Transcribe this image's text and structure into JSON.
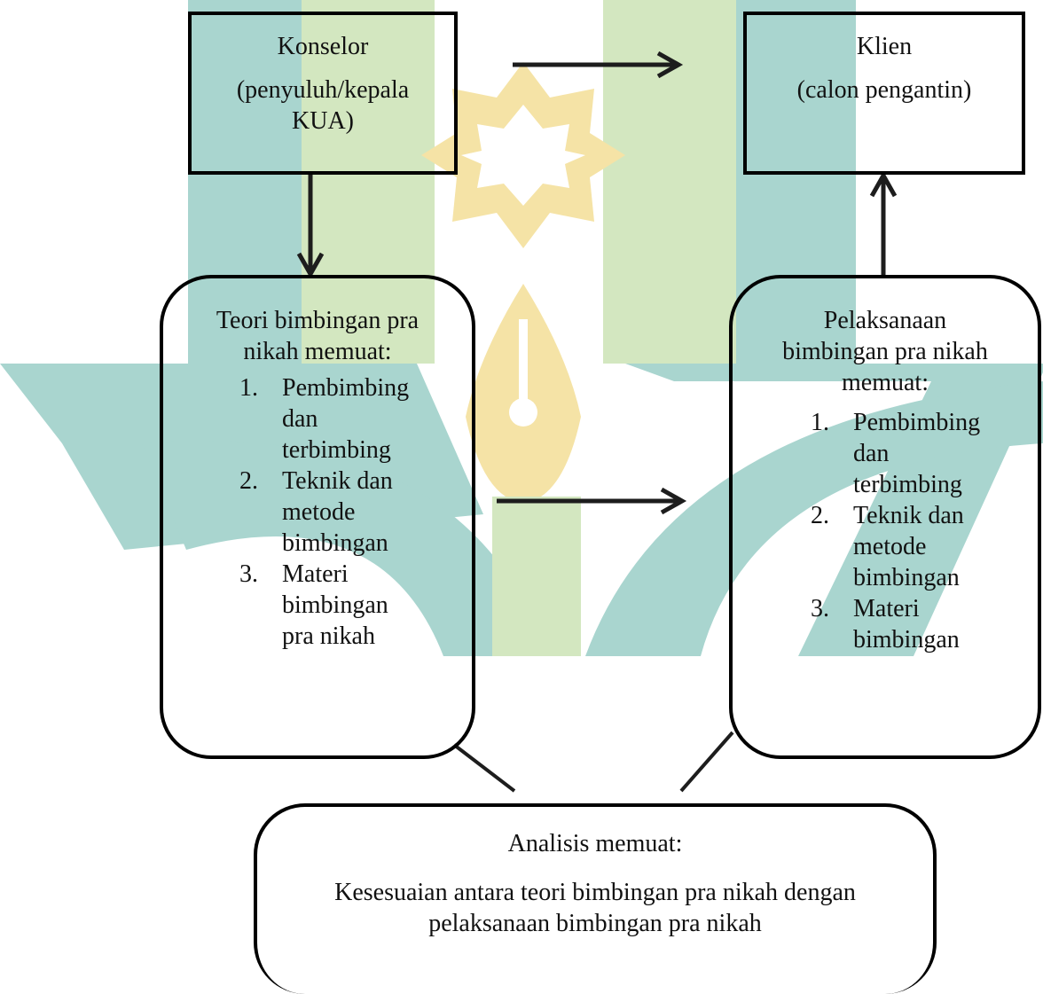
{
  "colors": {
    "teal": "#a9d5cf",
    "green": "#d3e7c0",
    "gold": "#f5e3a6",
    "arrow": "#1d1d1d"
  },
  "konselor": {
    "title": "Konselor",
    "subtitle_line1": "(penyuluh/kepala",
    "subtitle_line2": "KUA)"
  },
  "klien": {
    "title": "Klien",
    "subtitle": "(calon pengantin)"
  },
  "teori": {
    "heading_line1": "Teori bimbingan pra",
    "heading_line2": "nikah memuat:",
    "items": [
      {
        "num": "1.",
        "lines": [
          "Pembimbing",
          "dan",
          "terbimbing"
        ]
      },
      {
        "num": "2.",
        "lines": [
          "Teknik dan",
          "metode",
          "bimbingan"
        ]
      },
      {
        "num": "3.",
        "lines": [
          "Materi",
          "bimbingan",
          "pra nikah"
        ]
      }
    ]
  },
  "pelaksanaan": {
    "heading_line1": "Pelaksanaan",
    "heading_line2": "bimbingan pra nikah",
    "heading_line3": "memuat:",
    "items": [
      {
        "num": "1.",
        "lines": [
          "Pembimbing",
          "dan",
          "terbimbing"
        ]
      },
      {
        "num": "2.",
        "lines": [
          "Teknik dan",
          "metode",
          "bimbingan"
        ]
      },
      {
        "num": "3.",
        "lines": [
          "Materi",
          "bimbingan"
        ]
      }
    ]
  },
  "analisis": {
    "heading": "Analisis memuat:",
    "body_line1": "Kesesuaian antara teori bimbingan pra nikah dengan",
    "body_line2": "pelaksanaan bimbingan pra nikah"
  }
}
